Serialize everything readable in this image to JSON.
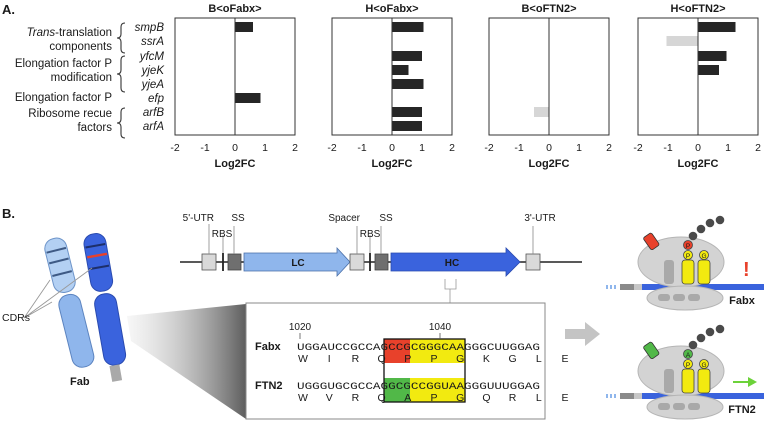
{
  "panel_a": {
    "label": "A.",
    "groups": [
      {
        "label_italic": "Trans",
        "label_rest": "-translation",
        "label_line2": "components"
      },
      {
        "label_line1": "Elongation factor P",
        "label_line2": "modification"
      },
      {
        "label_line1": "Elongation factor P"
      },
      {
        "label_line1": "Ribosome recue",
        "label_line2": "factors"
      }
    ],
    "genes": [
      "smpB",
      "ssrA",
      "yfcM",
      "yjeK",
      "yjeA",
      "efp",
      "arfB",
      "arfA"
    ]
  },
  "chart_data": [
    {
      "type": "bar",
      "title": "B<oFabx>",
      "xlabel": "Log2FC",
      "xlim": [
        -2,
        2
      ],
      "ticks": [
        "-2",
        "-1",
        "0",
        "1",
        "2"
      ],
      "categories": [
        "smpB",
        "ssrA",
        "yfcM",
        "yjeK",
        "yjeA",
        "efp",
        "arfB",
        "arfA"
      ],
      "values": [
        0.6,
        null,
        null,
        null,
        null,
        0.85,
        null,
        null
      ],
      "significant": [
        true,
        false,
        false,
        false,
        false,
        true,
        false,
        false
      ]
    },
    {
      "type": "bar",
      "title": "H<oFabx>",
      "xlabel": "Log2FC",
      "xlim": [
        -2,
        2
      ],
      "ticks": [
        "-2",
        "-1",
        "0",
        "1",
        "2"
      ],
      "categories": [
        "smpB",
        "ssrA",
        "yfcM",
        "yjeK",
        "yjeA",
        "efp",
        "arfB",
        "arfA"
      ],
      "values": [
        1.05,
        null,
        1.0,
        0.55,
        1.05,
        null,
        1.0,
        1.0
      ],
      "significant": [
        true,
        false,
        true,
        true,
        true,
        false,
        true,
        true
      ]
    },
    {
      "type": "bar",
      "title": "B<oFTN2>",
      "xlabel": "Log2FC",
      "xlim": [
        -2,
        2
      ],
      "ticks": [
        "-2",
        "-1",
        "0",
        "1",
        "2"
      ],
      "categories": [
        "smpB",
        "ssrA",
        "yfcM",
        "yjeK",
        "yjeA",
        "efp",
        "arfB",
        "arfA"
      ],
      "values": [
        null,
        null,
        null,
        null,
        null,
        null,
        -0.5,
        null
      ],
      "significant": [
        false,
        false,
        false,
        false,
        false,
        false,
        false,
        false
      ]
    },
    {
      "type": "bar",
      "title": "H<oFTN2>",
      "xlabel": "Log2FC",
      "xlim": [
        -2,
        2
      ],
      "ticks": [
        "-2",
        "-1",
        "0",
        "1",
        "2"
      ],
      "categories": [
        "smpB",
        "ssrA",
        "yfcM",
        "yjeK",
        "yjeA",
        "efp",
        "arfB",
        "arfA"
      ],
      "values": [
        1.25,
        -1.05,
        0.95,
        0.7,
        null,
        null,
        null,
        null
      ],
      "significant": [
        true,
        false,
        true,
        true,
        false,
        false,
        false,
        false
      ]
    }
  ],
  "colors": {
    "bar_significant": "#262626",
    "bar_insignificant": "#d6d6d6",
    "lc": "#8fb6ec",
    "hc": "#3a63dd",
    "red": "#e8412b",
    "yellow": "#f2ea10",
    "green": "#51b848",
    "arrow_green": "#6cd23a",
    "warn_red": "#e8412b"
  },
  "panel_b": {
    "label": "B.",
    "construct": {
      "utr5": "5'-UTR",
      "rbs1": "RBS",
      "ss1": "SS",
      "lc": "LC",
      "spacer": "Spacer",
      "rbs2": "RBS",
      "ss2": "SS",
      "hc": "HC",
      "utr3": "3'-UTR"
    },
    "antibody": {
      "cdrs": "CDRs",
      "fab": "Fab"
    },
    "alignment": {
      "pos_left": "1020",
      "pos_right": "1040",
      "fabx": {
        "name": "Fabx",
        "dna": "UGGAUCCGCCAGCCGCGGGCAAGGGCUUGGAG",
        "aa": [
          "W",
          "I",
          "R",
          "Q",
          "P",
          "P",
          "G",
          "K",
          "G",
          "L",
          "E"
        ]
      },
      "ftn2": {
        "name": "FTN2",
        "dna": "UGGGUGCGCCAGGCGCCGGUAAGGGUUUGGAG",
        "aa": [
          "W",
          "V",
          "R",
          "Q",
          "A",
          "P",
          "G",
          "Q",
          "R",
          "L",
          "E"
        ]
      }
    },
    "ribosomes": [
      {
        "name": "Fabx",
        "p_site_letter": "P",
        "tRNA_labels": [
          "P",
          "G"
        ],
        "status": "!"
      },
      {
        "name": "FTN2",
        "p_site_letter": "A",
        "tRNA_labels": [
          "P",
          "G"
        ]
      }
    ]
  }
}
